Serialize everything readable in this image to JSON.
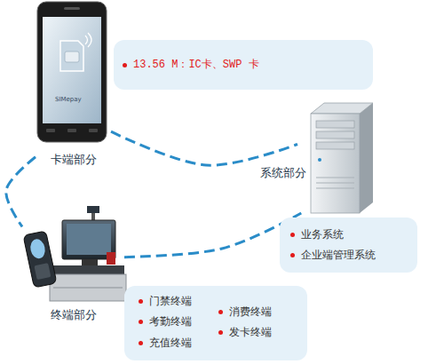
{
  "diagram": {
    "nodes": [
      {
        "text": [
          "卡端部分"
        ]
      },
      {
        "text": [
          "13.56 M：IC卡、SWP 卡"
        ]
      },
      {
        "text": [
          "系统部分"
        ]
      },
      {
        "text": [
          "业务系统",
          "企业端管理系统"
        ]
      },
      {
        "text": [
          "终端部分"
        ]
      },
      {
        "text": [
          "门禁终端",
          "考勤终端",
          "充值终端",
          "消费终端",
          "发卡终端"
        ]
      }
    ],
    "edges": [
      {
        "from": 0,
        "to": 2,
        "arrow": "none"
      },
      {
        "from": 0,
        "to": 4,
        "arrow": "none"
      },
      {
        "from": 4,
        "to": 2,
        "arrow": "none"
      }
    ],
    "labels": [
      "SIMepay"
    ]
  }
}
